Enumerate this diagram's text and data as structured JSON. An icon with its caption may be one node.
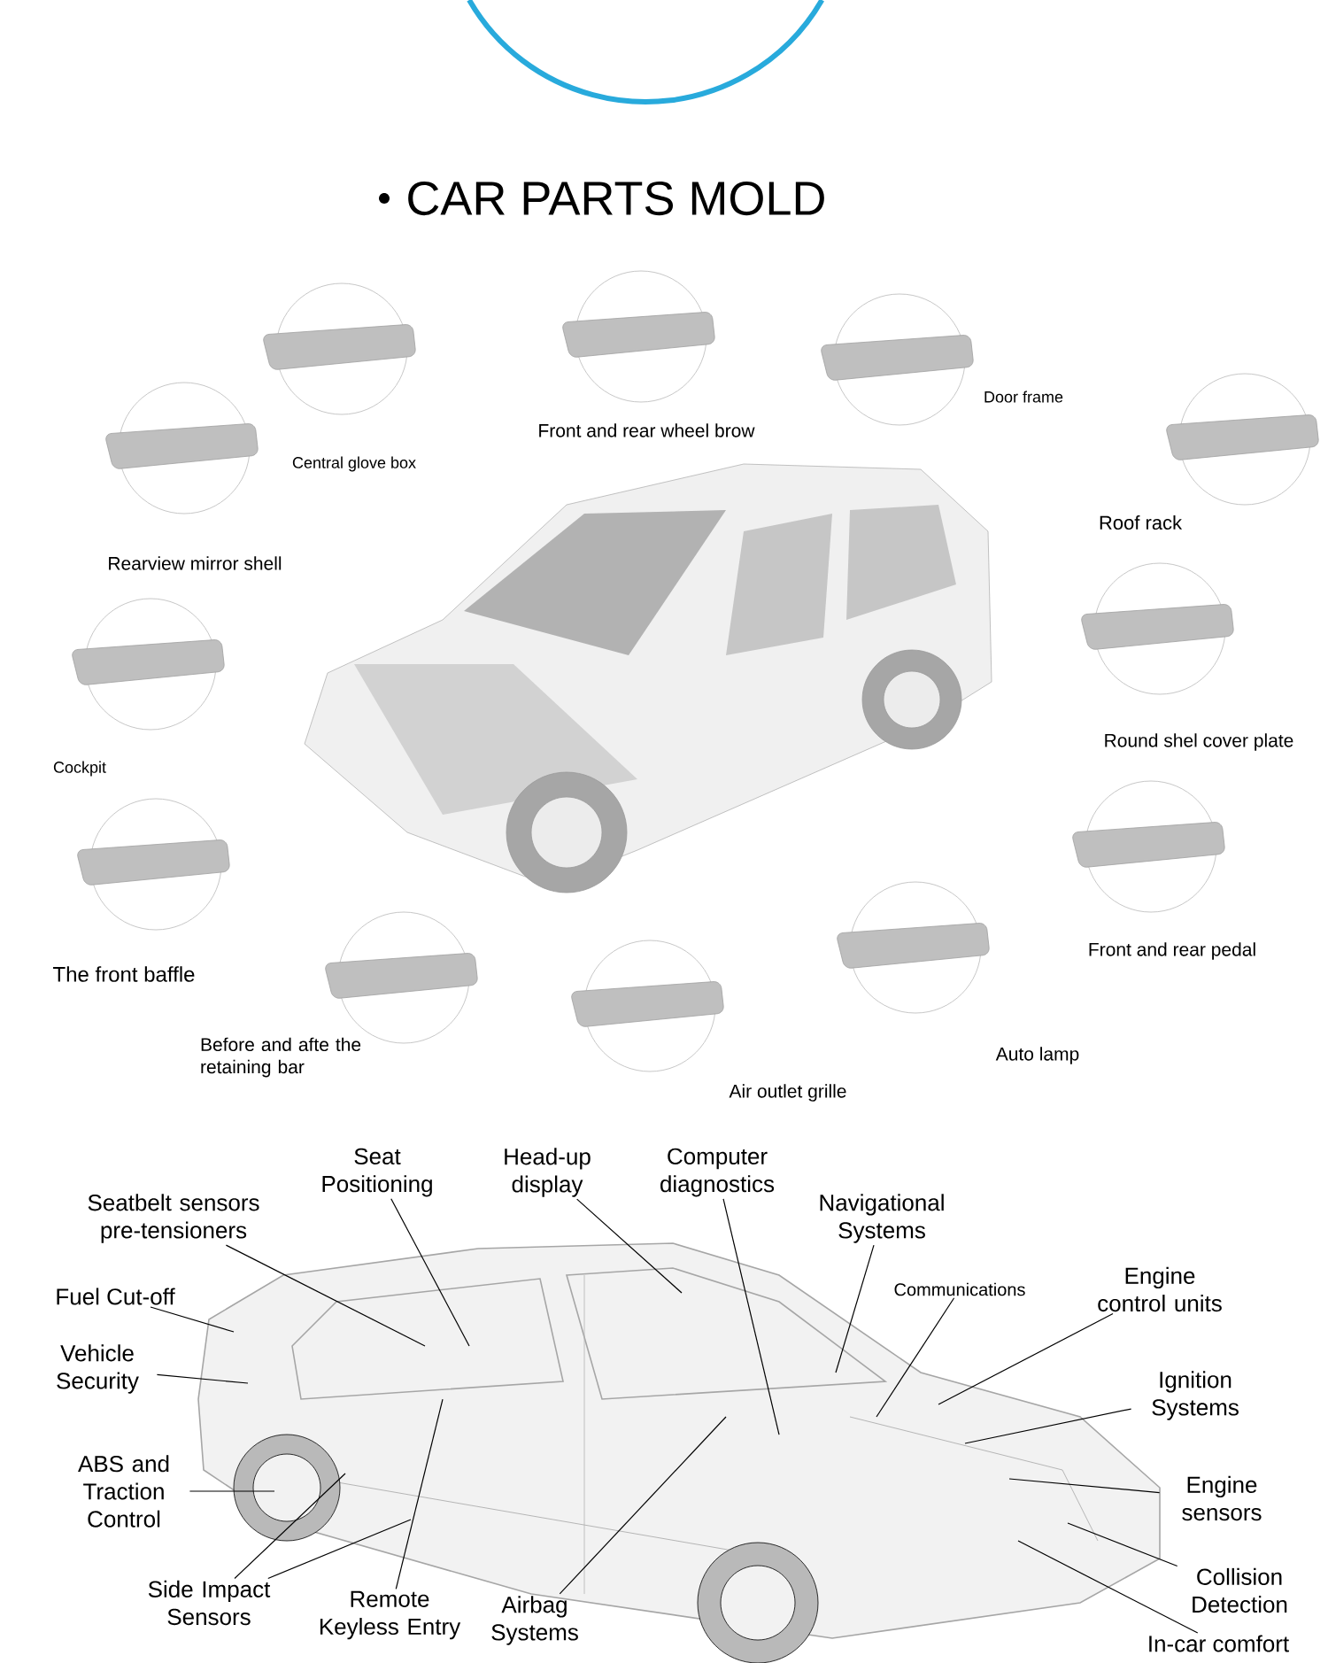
{
  "diagram": {
    "title": "CAR PARTS MOLD",
    "nodes": [
      {
        "text": [
          "Central glove box"
        ]
      },
      {
        "text": [
          "Front and rear wheel brow"
        ]
      },
      {
        "text": [
          "Door frame"
        ]
      },
      {
        "text": [
          "Roof rack"
        ]
      },
      {
        "text": [
          "Rearview mirror shell"
        ]
      },
      {
        "text": [
          "Cockpit"
        ]
      },
      {
        "text": [
          "Round shel cover plate"
        ]
      },
      {
        "text": [
          "The front baffle"
        ]
      },
      {
        "text": [
          "Front and rear pedal"
        ]
      },
      {
        "text": [
          "Before and afte the retaining bar"
        ]
      },
      {
        "text": [
          "Auto lamp"
        ]
      },
      {
        "text": [
          "Air outlet grille"
        ]
      },
      {
        "text": [
          "Seat Positioning"
        ]
      },
      {
        "text": [
          "Head-up display"
        ]
      },
      {
        "text": [
          "Computer diagnostics"
        ]
      },
      {
        "text": [
          "Seatbelt sensors pre-tensioners"
        ]
      },
      {
        "text": [
          "Navigational Systems"
        ]
      },
      {
        "text": [
          "Communications"
        ]
      },
      {
        "text": [
          "Engine control units"
        ]
      },
      {
        "text": [
          "Fuel Cut-off"
        ]
      },
      {
        "text": [
          "Vehicle Security"
        ]
      },
      {
        "text": [
          "Ignition Systems"
        ]
      },
      {
        "text": [
          "ABS and Traction Control"
        ]
      },
      {
        "text": [
          "Engine sensors"
        ]
      },
      {
        "text": [
          "Collision Detection"
        ]
      },
      {
        "text": [
          "Side Impact Sensors"
        ]
      },
      {
        "text": [
          "Remote Keyless Entry"
        ]
      },
      {
        "text": [
          "Airbag Systems"
        ]
      },
      {
        "text": [
          "In-car comfort"
        ]
      }
    ],
    "edges": [
      {
        "from": 12,
        "to": null,
        "arrow": "none"
      },
      {
        "from": 13,
        "to": null,
        "arrow": "none"
      },
      {
        "from": 14,
        "to": null,
        "arrow": "none"
      },
      {
        "from": 15,
        "to": null,
        "arrow": "none"
      },
      {
        "from": 16,
        "to": null,
        "arrow": "none"
      },
      {
        "from": 17,
        "to": null,
        "arrow": "none"
      },
      {
        "from": 18,
        "to": null,
        "arrow": "none"
      },
      {
        "from": 19,
        "to": null,
        "arrow": "none"
      },
      {
        "from": 20,
        "to": null,
        "arrow": "none"
      },
      {
        "from": 21,
        "to": null,
        "arrow": "none"
      },
      {
        "from": 22,
        "to": null,
        "arrow": "none"
      },
      {
        "from": 23,
        "to": null,
        "arrow": "none"
      },
      {
        "from": 24,
        "to": null,
        "arrow": "none"
      },
      {
        "from": 25,
        "to": null,
        "arrow": "none"
      },
      {
        "from": 25,
        "to": null,
        "arrow": "none"
      },
      {
        "from": 26,
        "to": null,
        "arrow": "none"
      },
      {
        "from": 27,
        "to": null,
        "arrow": "none"
      },
      {
        "from": 28,
        "to": null,
        "arrow": "none"
      }
    ]
  }
}
